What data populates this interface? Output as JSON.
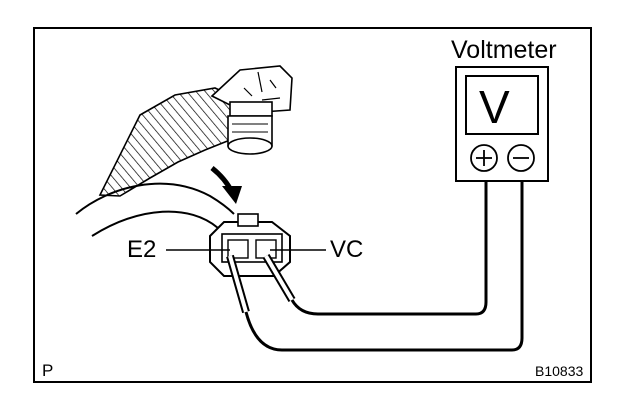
{
  "voltmeter": {
    "title": "Voltmeter",
    "display_symbol": "V",
    "positive_terminal_icon": "plus-circle-icon",
    "negative_terminal_icon": "minus-circle-icon"
  },
  "connector": {
    "left_terminal_label": "E2",
    "right_terminal_label": "VC"
  },
  "footer": {
    "left_mark": "P",
    "figure_code": "B10833"
  },
  "colors": {
    "line": "#000000",
    "background": "#ffffff"
  }
}
